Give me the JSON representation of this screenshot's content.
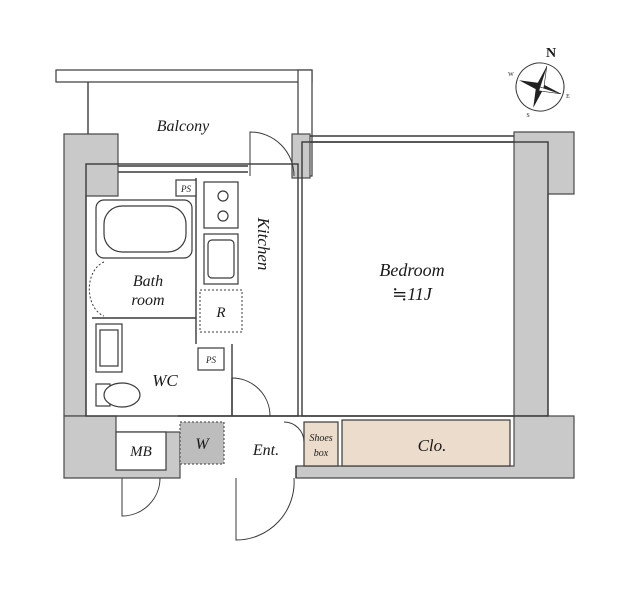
{
  "rooms": {
    "balcony": "Balcony",
    "kitchen": "Kitchen",
    "bath_line1": "Bath",
    "bath_line2": "room",
    "wc": "WC",
    "bedroom": "Bedroom",
    "bedroom_size": "≒11J",
    "closet": "Clo.",
    "entrance": "Ent.",
    "shoes_line1": "Shoes",
    "shoes_line2": "box",
    "washer": "W",
    "meter_box": "MB",
    "refrigerator": "R",
    "pipe_space_1": "PS",
    "pipe_space_2": "PS"
  },
  "compass": {
    "n": "N",
    "e": "E",
    "s": "S",
    "w": "W"
  },
  "colors": {
    "wall_fill": "#c9c9c9",
    "closet_fill": "#ecdccb",
    "shoes_fill": "#ecdccb",
    "washer_fill": "#bdbdbd"
  }
}
